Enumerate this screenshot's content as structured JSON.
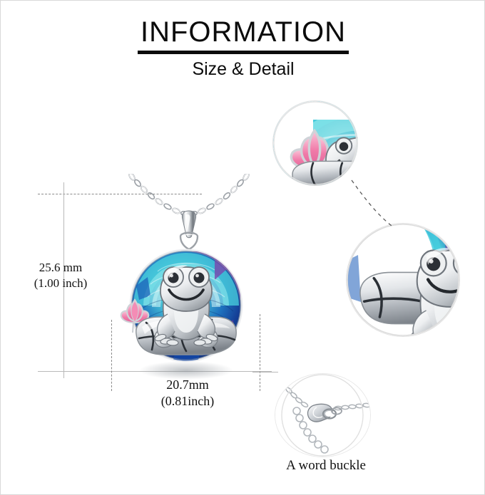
{
  "header": {
    "title": "INFORMATION",
    "subtitle": "Size & Detail"
  },
  "dimensions": {
    "height_mm": "25.6 mm",
    "height_inch": "(1.00 inch)",
    "width_mm": "20.7mm",
    "width_inch": "(0.81inch)"
  },
  "captions": {
    "clasp": "A word buckle"
  },
  "product": {
    "name": "frog-on-lily-pad-crystal-pendant-necklace",
    "metal": "silver",
    "crystal_colors": [
      "#1b4fa8",
      "#2aa7c4",
      "#3fd0d8",
      "#6a3fa0",
      "#123a86"
    ],
    "lotus_color": "#f07aa8",
    "silver_colors": [
      "#ffffff",
      "#d8dbdf",
      "#a9aeb4",
      "#6f757c"
    ]
  },
  "details": {
    "top_circle": "lotus-and-crystal-closeup",
    "mid_circle": "frog-face-closeup",
    "clasp_circle": "lobster-clasp-closeup"
  },
  "colors": {
    "border": "#d9d9d9",
    "rule": "#0b0b0b",
    "guide_dashed": "#8a8a8a",
    "guide_solid": "#b9b9b9",
    "text": "#111111"
  }
}
